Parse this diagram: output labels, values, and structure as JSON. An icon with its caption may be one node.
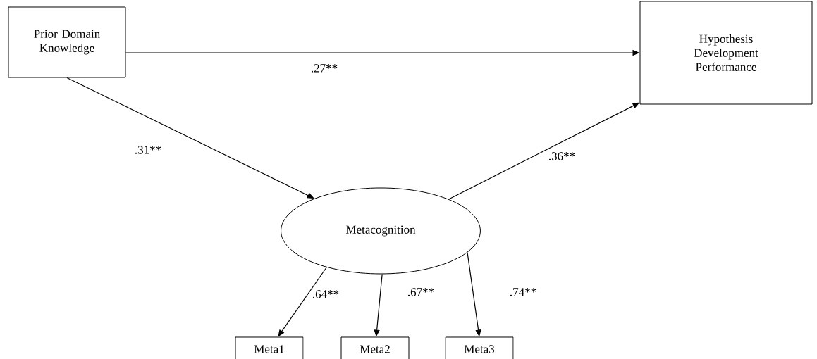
{
  "diagram": {
    "nodes": [
      {
        "text": [
          "Prior Domain Knowledge"
        ]
      },
      {
        "text": [
          "Hypothesis Development Performance"
        ]
      },
      {
        "text": [
          "Metacognition"
        ]
      },
      {
        "text": [
          "Meta1"
        ]
      },
      {
        "text": [
          "Meta2"
        ]
      },
      {
        "text": [
          "Meta3"
        ]
      }
    ],
    "edges": [
      {
        "from": 0,
        "to": 1,
        "arrow": "to",
        "label": ".27**"
      },
      {
        "from": 0,
        "to": 2,
        "arrow": "to",
        "label": ".31**"
      },
      {
        "from": 2,
        "to": 1,
        "arrow": "to",
        "label": ".36**"
      },
      {
        "from": 2,
        "to": 3,
        "arrow": "to",
        "label": ".64**"
      },
      {
        "from": 2,
        "to": 4,
        "arrow": "to",
        "label": ".67**"
      },
      {
        "from": 2,
        "to": 5,
        "arrow": "to",
        "label": ".74**"
      }
    ]
  }
}
